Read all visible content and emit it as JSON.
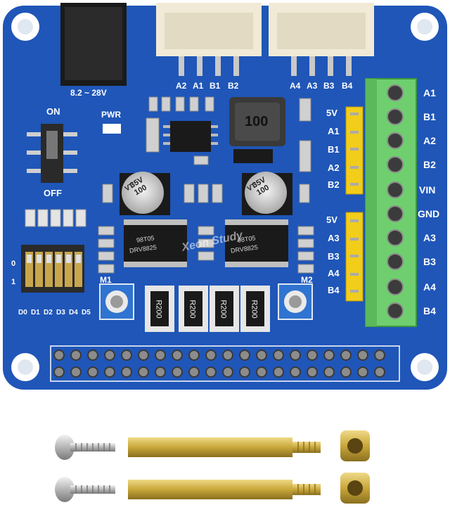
{
  "board": {
    "voltage_label": "8.2 ~ 28V",
    "switch_on": "ON",
    "switch_off": "OFF",
    "pwr_label": "PWR",
    "inductor_label": "100",
    "motor1_label": "M1",
    "motor2_label": "M2",
    "watermark": "Xeon Study",
    "connector_left_pins": [
      "A2",
      "A1",
      "B1",
      "B2"
    ],
    "connector_right_pins": [
      "A4",
      "A3",
      "B3",
      "B4"
    ],
    "header1_pins": [
      "5V",
      "A1",
      "B1",
      "A2",
      "B2"
    ],
    "header2_pins": [
      "5V",
      "A3",
      "B3",
      "A4",
      "B4"
    ],
    "terminal_labels": [
      "A1",
      "B1",
      "A2",
      "B2",
      "VIN",
      "GND",
      "A3",
      "B3",
      "A4",
      "B4"
    ],
    "dip_top_label": "0",
    "dip_bottom_label": "1",
    "dip_labels": [
      "D0",
      "D1",
      "D2",
      "D3",
      "D4",
      "D5"
    ],
    "cap_line1": "100",
    "cap_line2": "35V",
    "cap_line3": "VT",
    "resistor_label": "R200",
    "driver_chip_label": "DRV8825",
    "driver_chip_code": "98T05",
    "colors": {
      "pcb": "#1f56b8",
      "terminal": "#6fcf6f",
      "header": "#f2cd1a",
      "brass": "#c9a73a"
    }
  }
}
